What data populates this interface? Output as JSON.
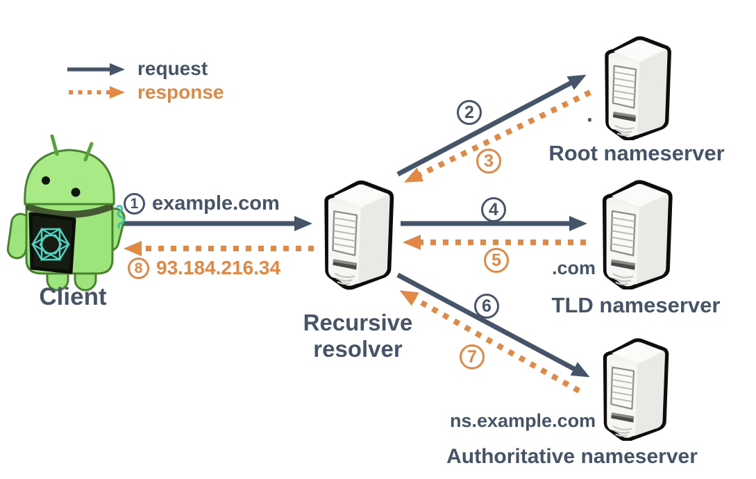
{
  "diagram_title": "DNS recursive resolution flow",
  "colors": {
    "request": "#455469",
    "response": "#E28845",
    "background": "#FFFFFF"
  },
  "legend": {
    "request_label": "request",
    "response_label": "response"
  },
  "nodes": {
    "client": {
      "label": "Client"
    },
    "resolver": {
      "label": "Recursive resolver"
    },
    "root": {
      "label": "Root nameserver",
      "zone": "."
    },
    "tld": {
      "label": "TLD nameserver",
      "zone": ".com"
    },
    "authoritative": {
      "label": "Authoritative nameserver",
      "zone": "ns.example.com"
    }
  },
  "steps": [
    {
      "num": "1",
      "type": "request",
      "from": "client",
      "to": "resolver",
      "message": "example.com"
    },
    {
      "num": "2",
      "type": "request",
      "from": "resolver",
      "to": "root",
      "message": ""
    },
    {
      "num": "3",
      "type": "response",
      "from": "root",
      "to": "resolver",
      "message": ""
    },
    {
      "num": "4",
      "type": "request",
      "from": "resolver",
      "to": "tld",
      "message": ""
    },
    {
      "num": "5",
      "type": "response",
      "from": "tld",
      "to": "resolver",
      "message": ""
    },
    {
      "num": "6",
      "type": "request",
      "from": "resolver",
      "to": "authoritative",
      "message": ""
    },
    {
      "num": "7",
      "type": "response",
      "from": "authoritative",
      "to": "resolver",
      "message": ""
    },
    {
      "num": "8",
      "type": "response",
      "from": "resolver",
      "to": "client",
      "message": "93.184.216.34"
    }
  ]
}
